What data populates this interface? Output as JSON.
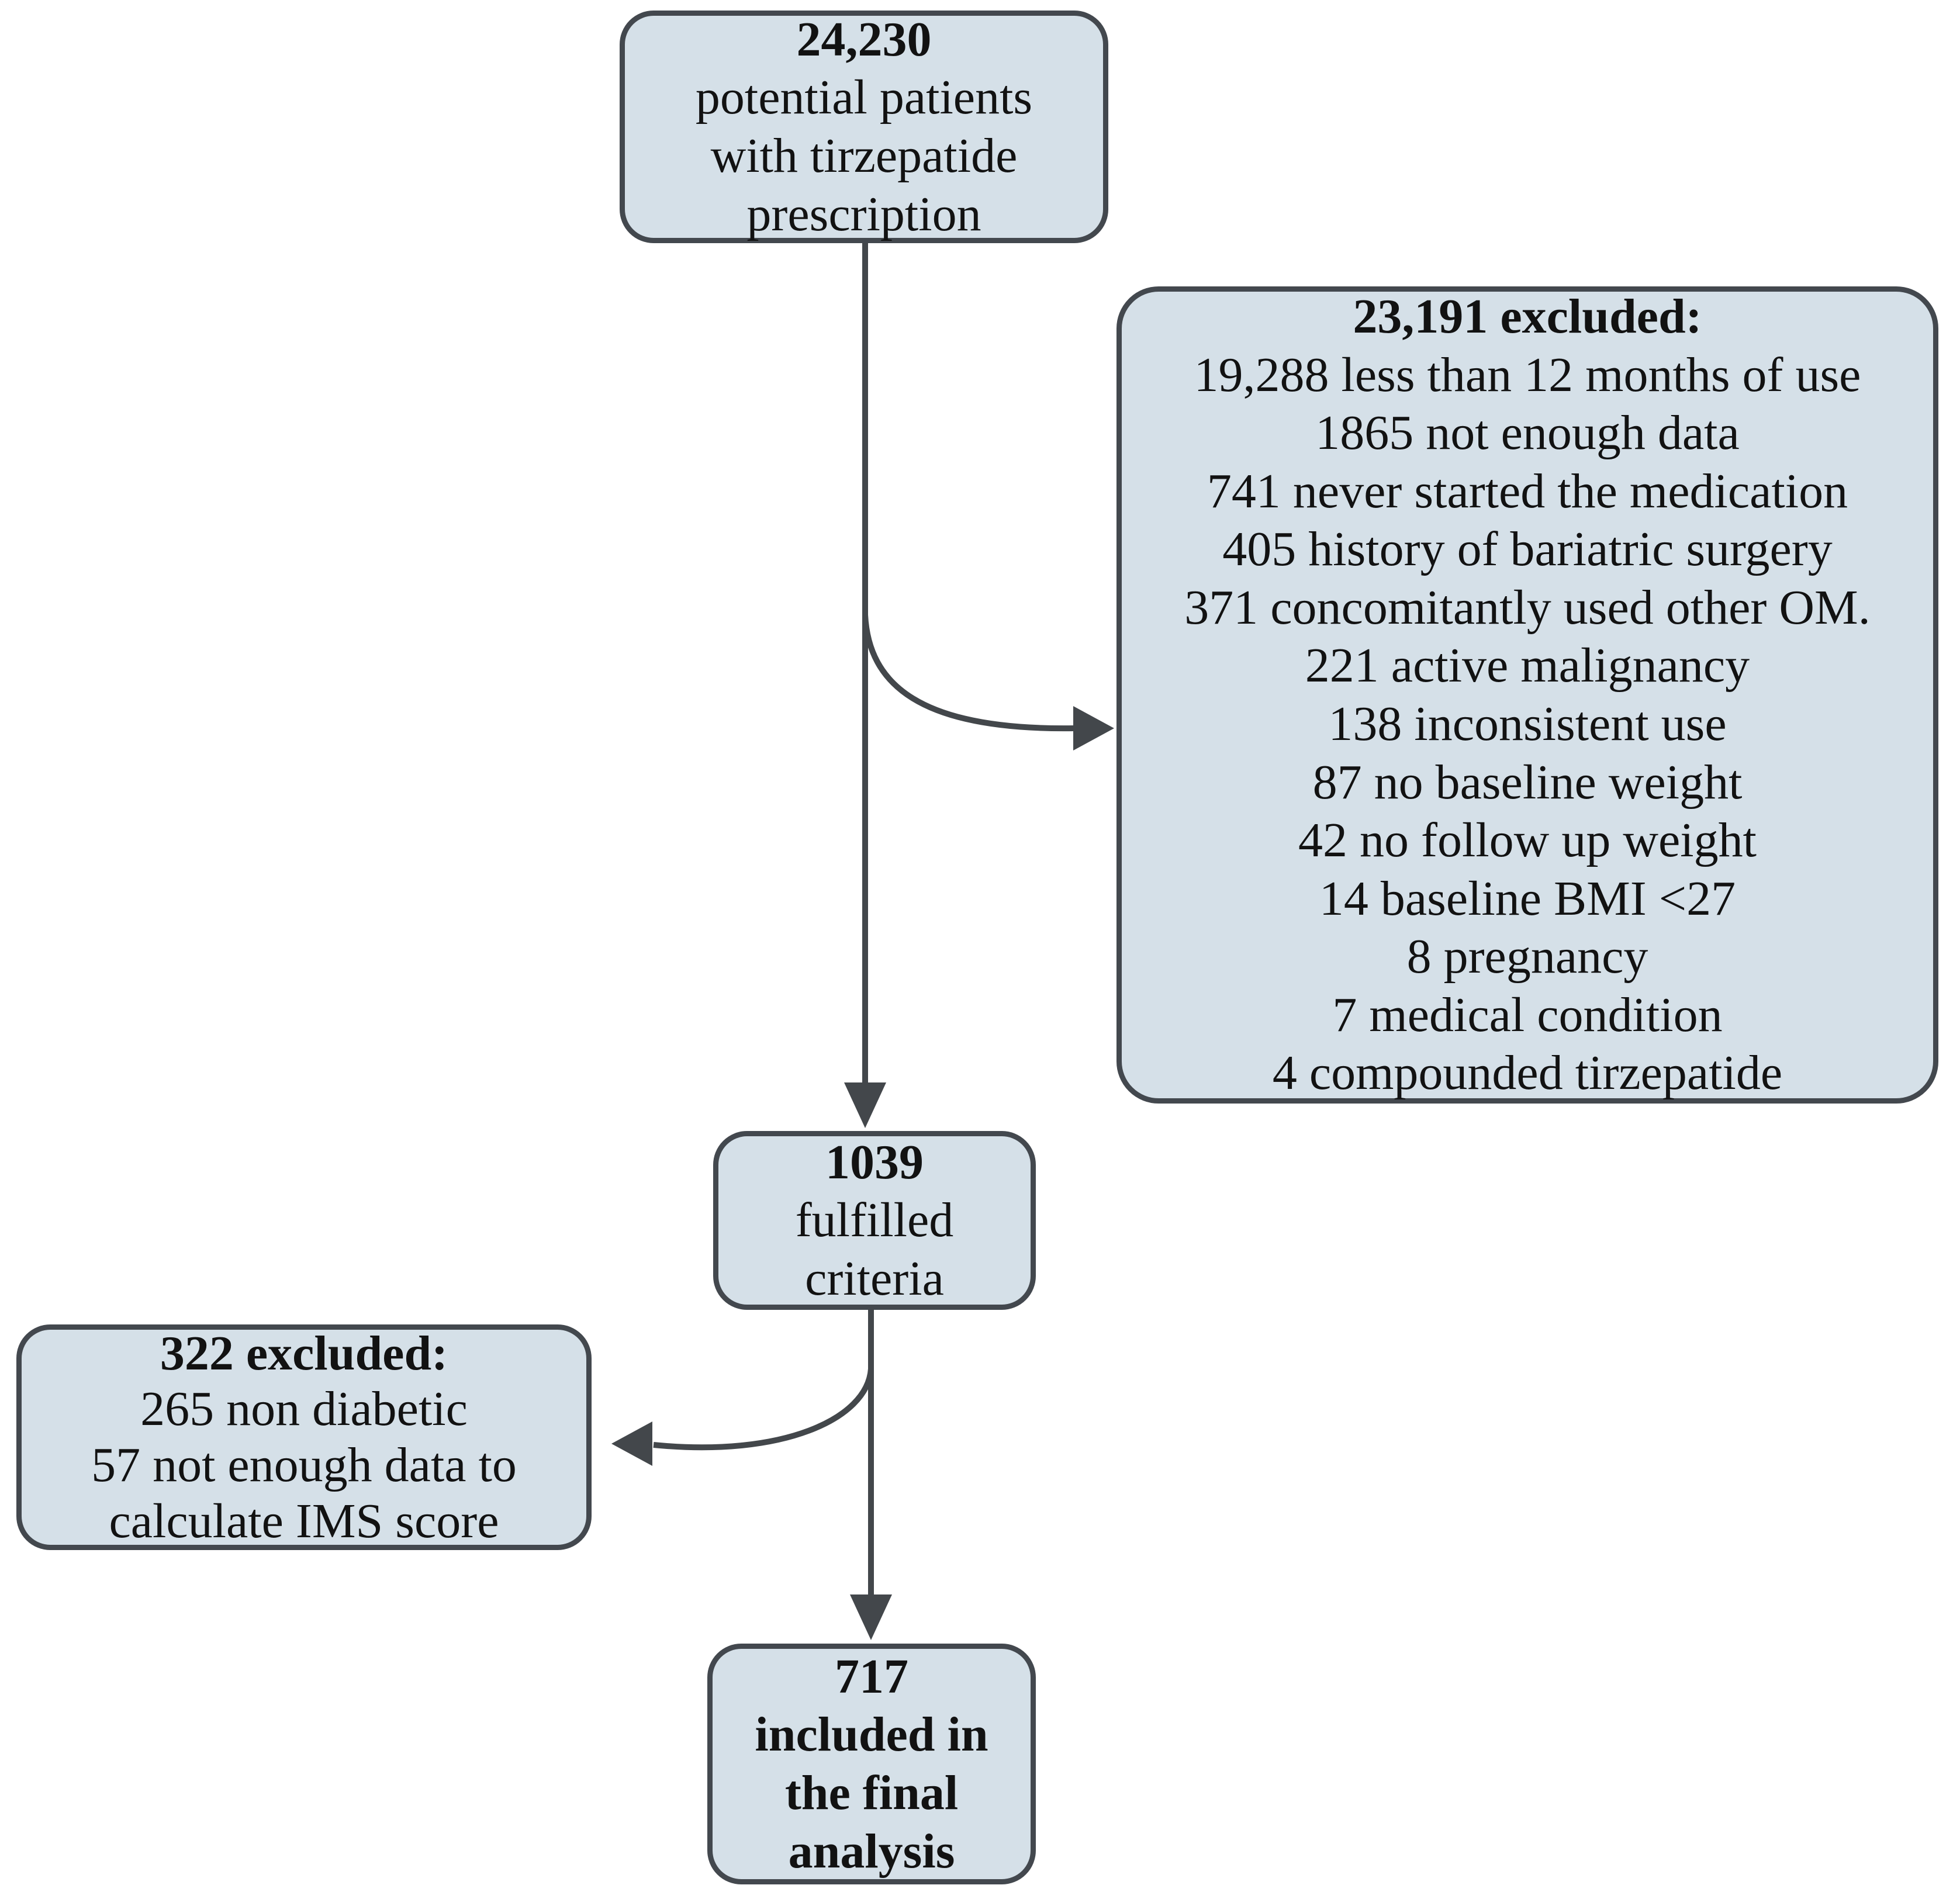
{
  "flowchart": {
    "nodes": {
      "potential": {
        "count": "24,230",
        "label_lines": [
          "potential patients",
          "with tirzepatide",
          "prescription"
        ]
      },
      "excluded_main": {
        "header": "23,191 excluded:",
        "reasons": [
          "19,288 less than 12 months of use",
          "1865 not enough data",
          "741 never started the medication",
          "405 history of bariatric surgery",
          "371 concomitantly used other OM.",
          "221 active malignancy",
          "138 inconsistent use",
          "87 no baseline weight",
          "42 no follow up weight",
          "14 baseline BMI <27",
          "8 pregnancy",
          "7 medical condition",
          "4 compounded tirzepatide"
        ]
      },
      "criteria": {
        "count": "1039",
        "label_lines": [
          "fulfilled",
          "criteria"
        ]
      },
      "excluded_ims": {
        "header": "322 excluded:",
        "reasons": [
          "265 non diabetic",
          "57 not enough data to calculate IMS score"
        ]
      },
      "final": {
        "count": "717",
        "label_lines": [
          "included in",
          "the final",
          "analysis"
        ]
      }
    },
    "colors": {
      "box_fill": "#d5e0e8",
      "box_border": "#43484e",
      "arrow": "#43474b",
      "text": "#121212"
    }
  }
}
